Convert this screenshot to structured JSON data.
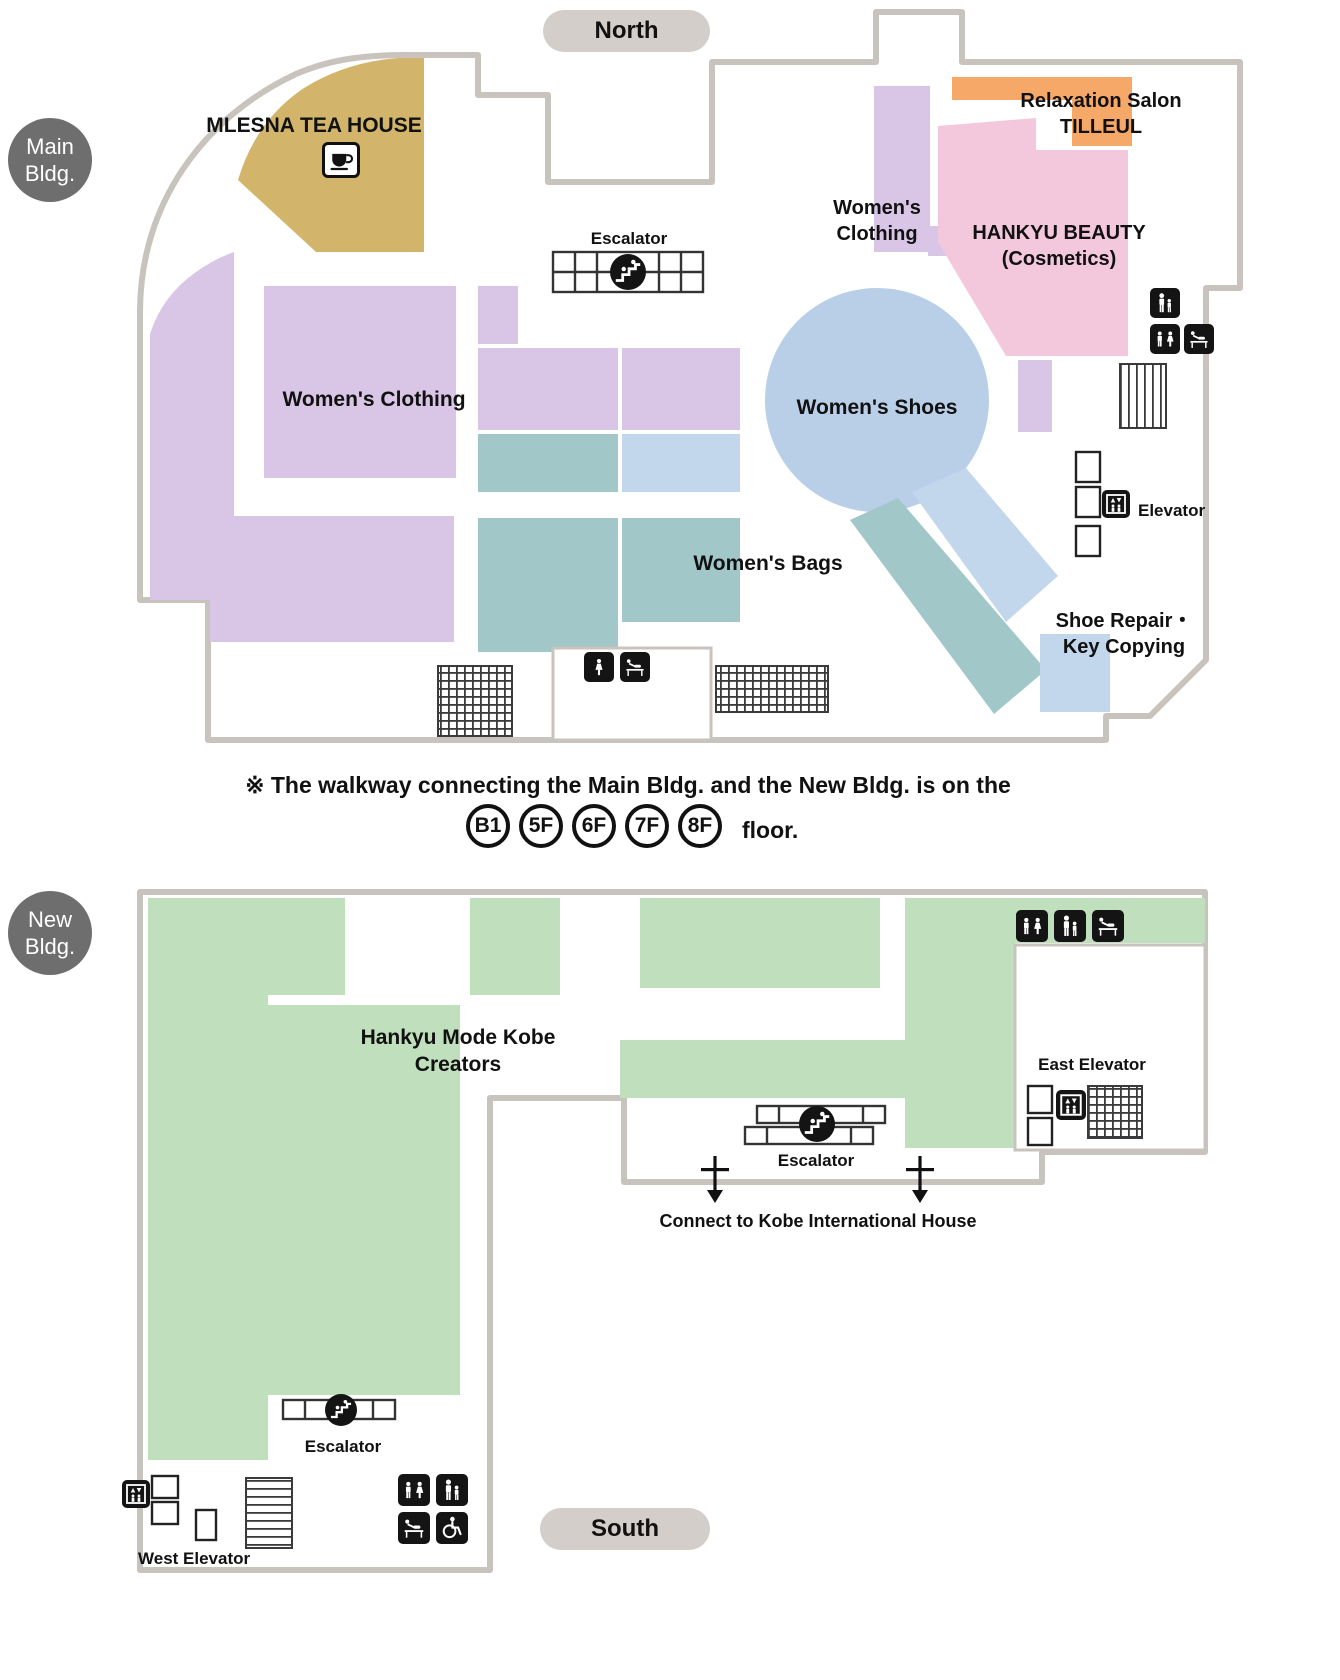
{
  "compass": {
    "north": "North",
    "south": "South"
  },
  "main_bldg": {
    "badge": {
      "line1": "Main",
      "line2": "Bldg."
    },
    "areas": {
      "tea_house": "MLESNA TEA HOUSE",
      "womens_clothing_left": "Women's Clothing",
      "womens_clothing_right_line1": "Women's",
      "womens_clothing_right_line2": "Clothing",
      "relaxation_line1": "Relaxation Salon",
      "relaxation_line2": "TILLEUL",
      "beauty_line1": "HANKYU BEAUTY",
      "beauty_line2": "(Cosmetics)",
      "womens_shoes": "Women's Shoes",
      "womens_bags": "Women's Bags",
      "shoe_repair_line1": "Shoe Repair・",
      "shoe_repair_line2": "Key Copying"
    },
    "facilities": {
      "escalator": "Escalator",
      "elevator": "Elevator"
    }
  },
  "walkway_note": {
    "text": "※ The walkway connecting the Main Bldg. and the New Bldg. is on the",
    "floors": [
      "B1",
      "5F",
      "6F",
      "7F",
      "8F"
    ],
    "suffix": "floor."
  },
  "new_bldg": {
    "badge": {
      "line1": "New",
      "line2": "Bldg."
    },
    "areas": {
      "creators_line1": "Hankyu Mode Kobe",
      "creators_line2": "Creators"
    },
    "facilities": {
      "east_elevator": "East Elevator",
      "west_elevator": "West Elevator",
      "escalator_center": "Escalator",
      "escalator_south": "Escalator",
      "connection": "Connect to Kobe International House"
    }
  },
  "icons": [
    "escalator-icon",
    "elevator-icon",
    "restroom-men-women-icon",
    "nursing-room-icon",
    "baby-changing-icon",
    "wheelchair-icon",
    "stairs",
    "tea-cup-icon",
    "connection-arrow"
  ],
  "colors": {
    "womens_clothing": "#d9c5e5",
    "tea_house": "#d2b56a",
    "womens_shoes": "#b9cfe8",
    "beauty": "#f3c8dc",
    "relaxation": "#f6a869",
    "womens_bags": "#a2c7c8",
    "accessory_blue": "#c2d6ec",
    "new_bldg_green": "#c0dfbc",
    "outline": "#c9c3bd"
  }
}
